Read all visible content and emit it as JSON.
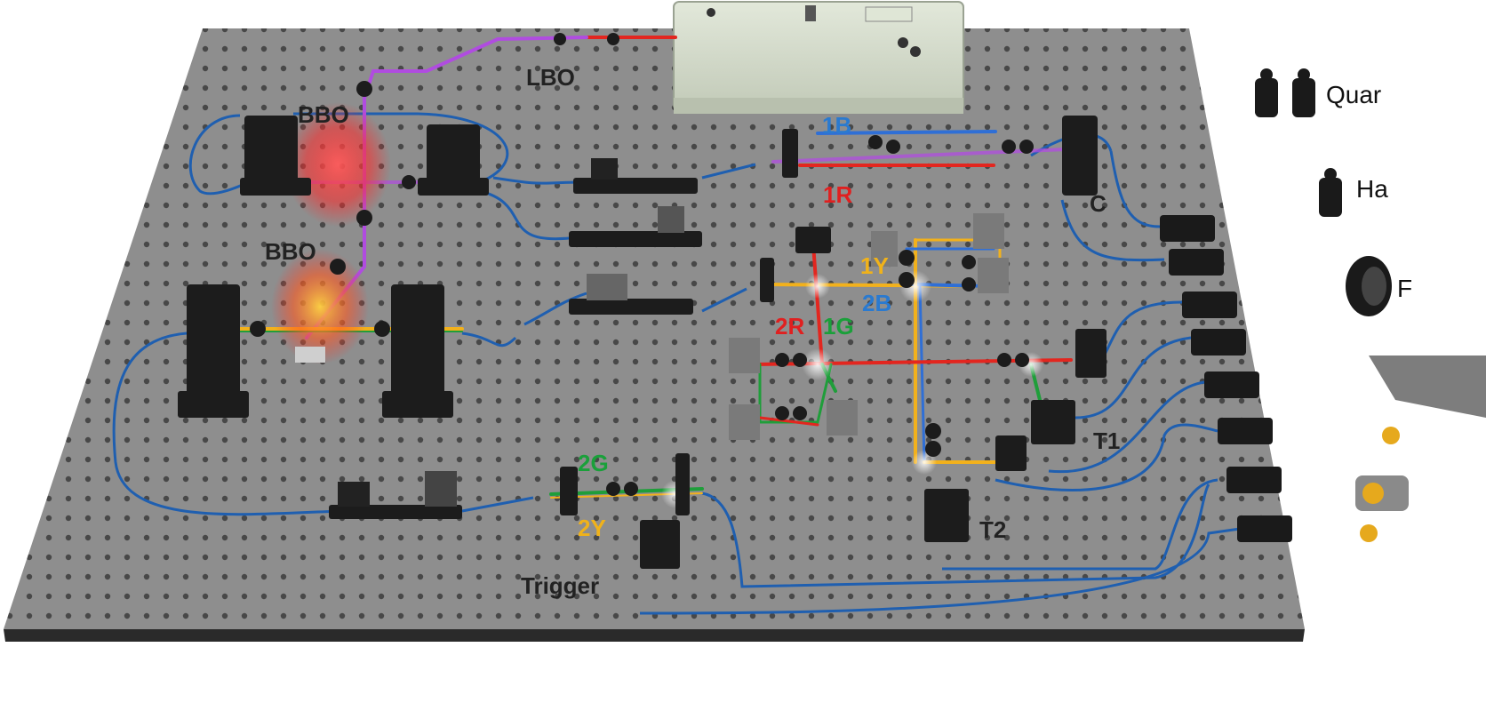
{
  "component_labels": {
    "lbo": "LBO",
    "bbo_top": "BBO",
    "bbo_bottom": "BBO",
    "coupler_c": "C",
    "t1": "T1",
    "t2": "T2",
    "trigger": "Trigger"
  },
  "mode_labels": {
    "b1": "1B",
    "r1": "1R",
    "y1": "1Y",
    "b2": "2B",
    "r2": "2R",
    "g1": "1G",
    "g2": "2G",
    "y2": "2Y"
  },
  "legend": {
    "quarter": "Quar",
    "half": "Ha",
    "third": "F"
  },
  "colors": {
    "table": "#8e8e8e",
    "table_edge": "#2a2a2a",
    "hole": "#3a3a3a",
    "fiber": "#1f5fb0",
    "beam_red": "#e3261f",
    "beam_blue": "#2f6fd6",
    "beam_green": "#1f9e3a",
    "beam_yellow": "#f2b11c",
    "beam_purple": "#b04ce0",
    "laser_box": "#d4dccb",
    "label_blue": "#2a7ad0",
    "label_red": "#e02020",
    "label_green": "#1aa03a",
    "label_yellow": "#f0b21a"
  }
}
